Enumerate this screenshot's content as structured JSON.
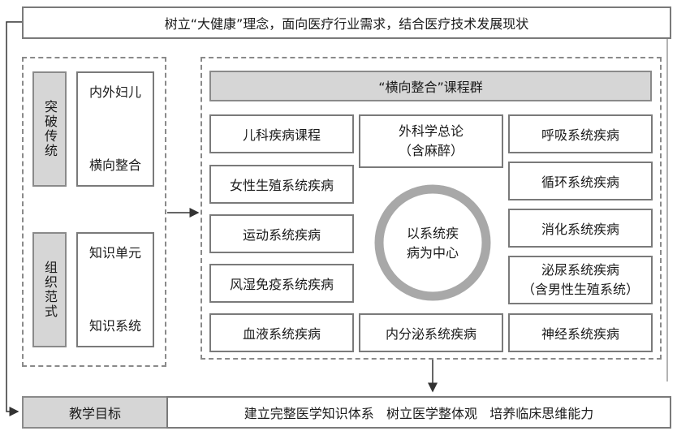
{
  "top_banner": "树立“大健康”理念，面向医疗行业需求，结合医疗技术发展现状",
  "left_panel": {
    "tradition": {
      "side_label": "突破传统",
      "from": "内外妇儿",
      "to": "横向整合"
    },
    "paradigm": {
      "side_label": "组织范式",
      "from": "知识单元",
      "to": "知识系统"
    }
  },
  "course_group": {
    "title": "“横向整合”课程群",
    "left_courses": [
      "儿科疾病课程",
      "女性生殖系统疾病",
      "运动系统疾病",
      "风湿免疫系统疾病",
      "血液系统疾病"
    ],
    "center_top": [
      "外科学总论",
      "（含麻醉）"
    ],
    "center_bottom": "内分泌系统疾病",
    "core": [
      "以系统疾",
      "病为中心"
    ],
    "right_courses": [
      "呼吸系统疾病",
      "循环系统疾病",
      "消化系统疾病"
    ],
    "right_multiline": [
      "泌尿系统疾病",
      "（含男性生殖系统）"
    ],
    "right_last": "神经系统疾病"
  },
  "goal": {
    "label": "教学目标",
    "text": "建立完整医学知识体系   树立医学整体观   培养临床思维能力"
  }
}
